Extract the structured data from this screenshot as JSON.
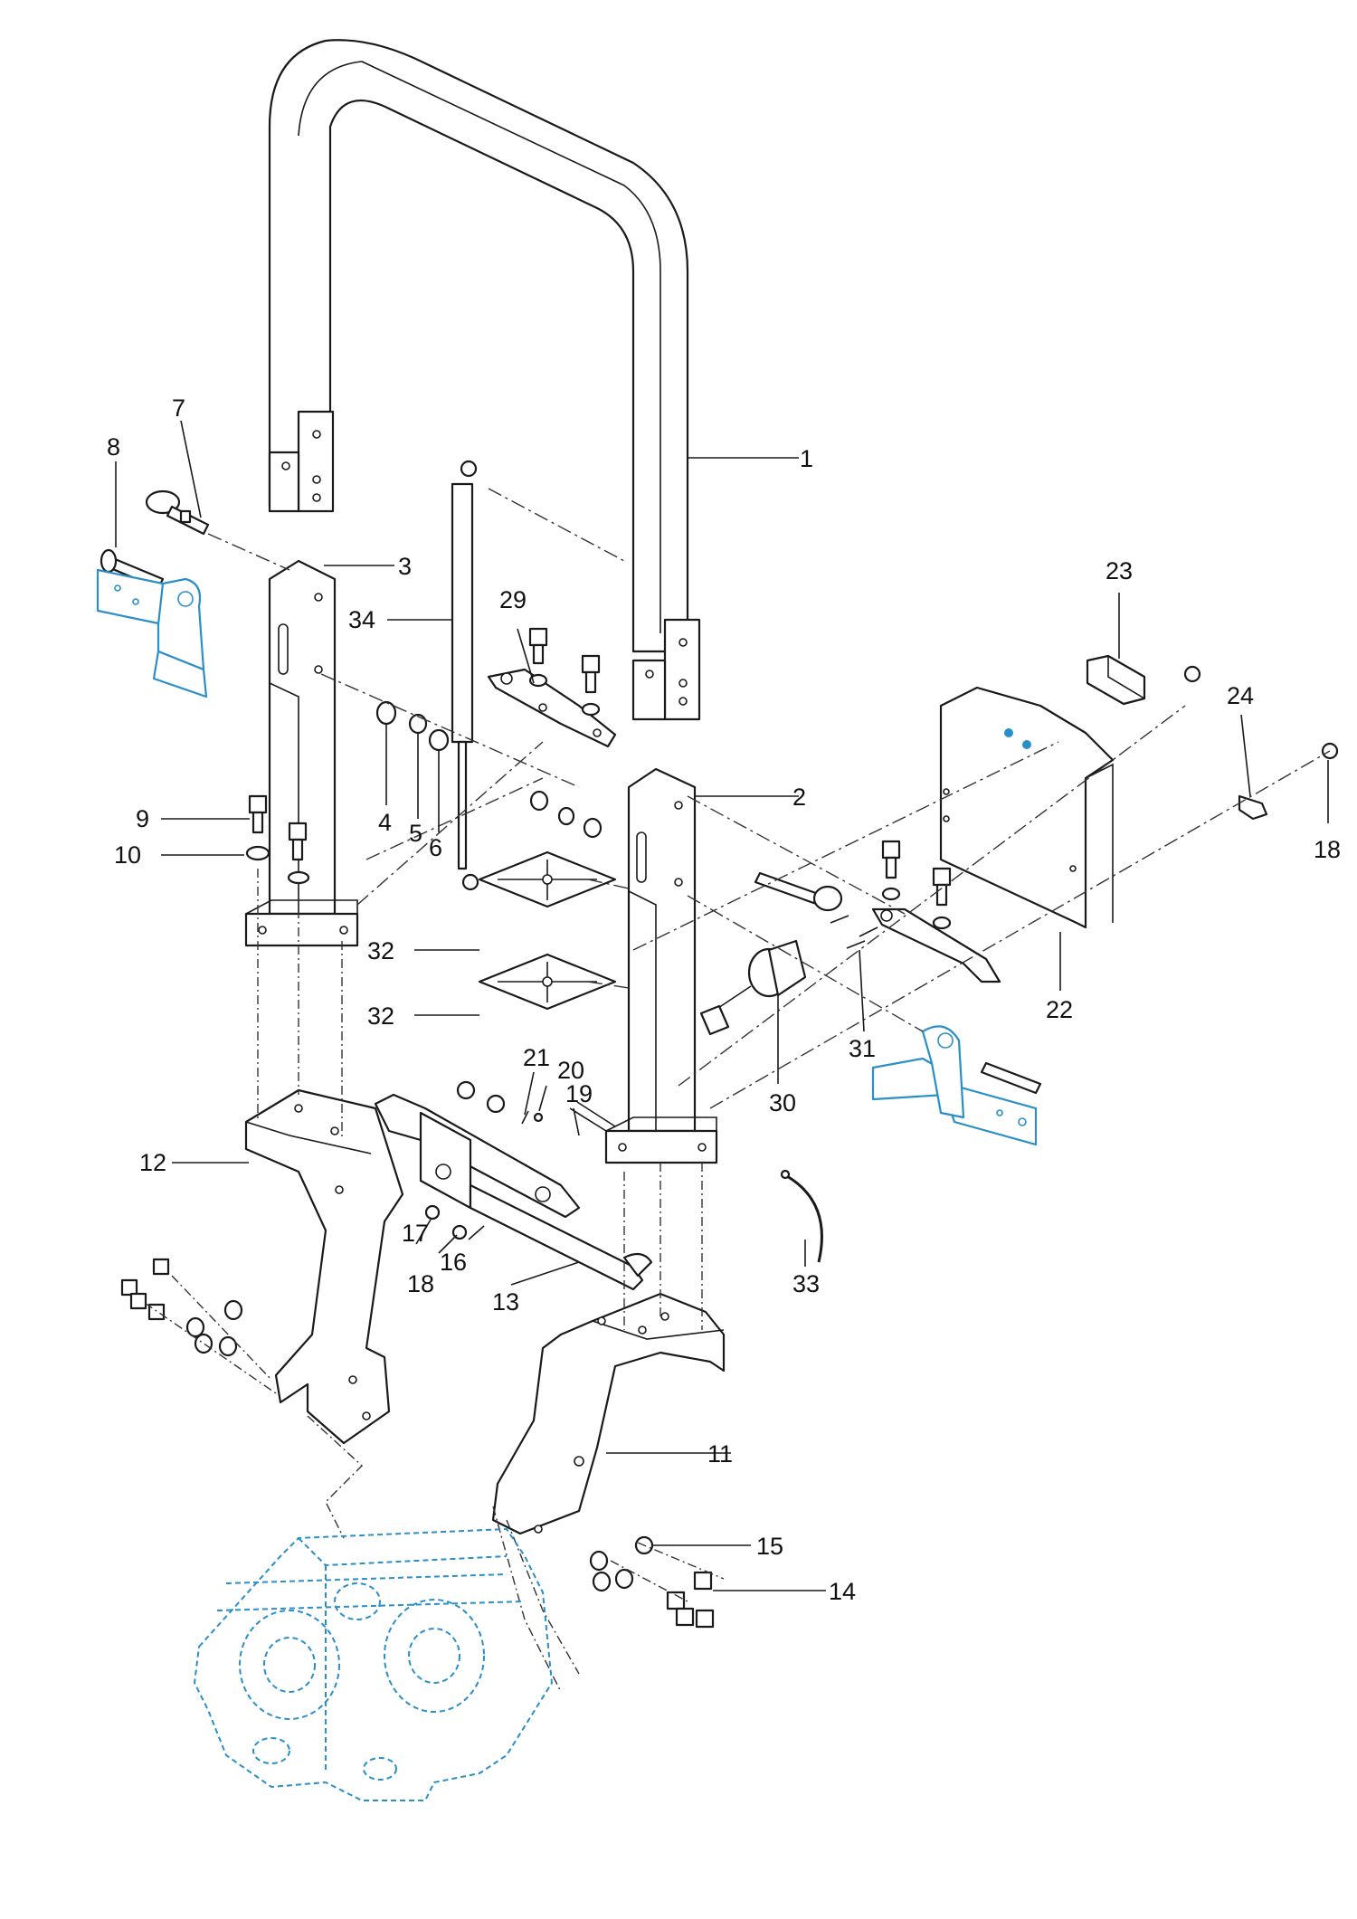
{
  "callouts": [
    {
      "id": "c1",
      "text": "1"
    },
    {
      "id": "c2",
      "text": "2"
    },
    {
      "id": "c3",
      "text": "3"
    },
    {
      "id": "c4",
      "text": "4"
    },
    {
      "id": "c5",
      "text": "5"
    },
    {
      "id": "c6",
      "text": "6"
    },
    {
      "id": "c7",
      "text": "7"
    },
    {
      "id": "c8",
      "text": "8"
    },
    {
      "id": "c9",
      "text": "9"
    },
    {
      "id": "c10",
      "text": "10"
    },
    {
      "id": "c11",
      "text": "11"
    },
    {
      "id": "c12",
      "text": "12"
    },
    {
      "id": "c13",
      "text": "13"
    },
    {
      "id": "c14",
      "text": "14"
    },
    {
      "id": "c15",
      "text": "15"
    },
    {
      "id": "c16",
      "text": "16"
    },
    {
      "id": "c17",
      "text": "17"
    },
    {
      "id": "c18a",
      "text": "18"
    },
    {
      "id": "c18b",
      "text": "18"
    },
    {
      "id": "c19",
      "text": "19"
    },
    {
      "id": "c20",
      "text": "20"
    },
    {
      "id": "c21",
      "text": "21"
    },
    {
      "id": "c22",
      "text": "22"
    },
    {
      "id": "c23",
      "text": "23"
    },
    {
      "id": "c24",
      "text": "24"
    },
    {
      "id": "c29",
      "text": "29"
    },
    {
      "id": "c30",
      "text": "30"
    },
    {
      "id": "c31",
      "text": "31"
    },
    {
      "id": "c32a",
      "text": "32"
    },
    {
      "id": "c32b",
      "text": "32"
    },
    {
      "id": "c33",
      "text": "33"
    },
    {
      "id": "c34",
      "text": "34"
    }
  ],
  "colors": {
    "line": "#1a1a1a",
    "accent_blue": "#2a8fc9",
    "background": "#ffffff"
  }
}
